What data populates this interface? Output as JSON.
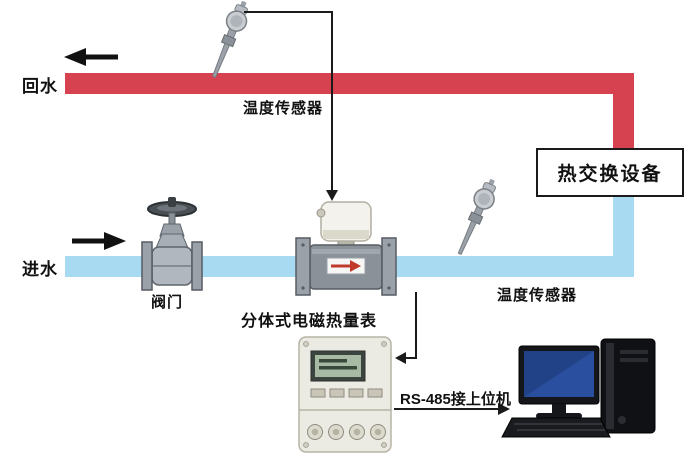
{
  "diagram": {
    "labels": {
      "return_water": "回水",
      "supply_water": "进水",
      "temp_sensor_top": "温度传感器",
      "temp_sensor_right": "温度传感器",
      "valve": "阀门",
      "heat_meter": "分体式电磁热量表",
      "heat_exchanger": "热交换设备",
      "rs485_link": "RS-485接上位机"
    },
    "colors": {
      "return_pipe": "#d6424f",
      "supply_pipe": "#a8daf2",
      "signal_line": "#1a1a1a",
      "screen_blue": "#2a4f9e",
      "background": "#ffffff"
    }
  }
}
